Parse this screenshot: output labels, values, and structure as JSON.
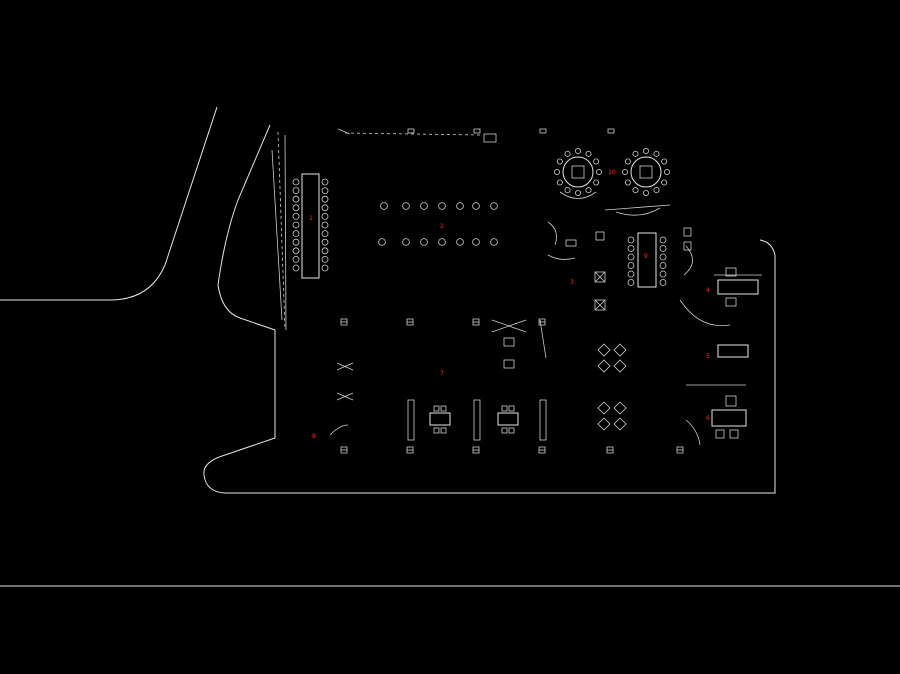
{
  "colors": {
    "background": "#000000",
    "line": "#e6e6e6",
    "label": "#ff2a2a"
  },
  "zone_labels": [
    "1",
    "2",
    "3",
    "4",
    "5",
    "6",
    "7",
    "8",
    "9",
    "10"
  ]
}
